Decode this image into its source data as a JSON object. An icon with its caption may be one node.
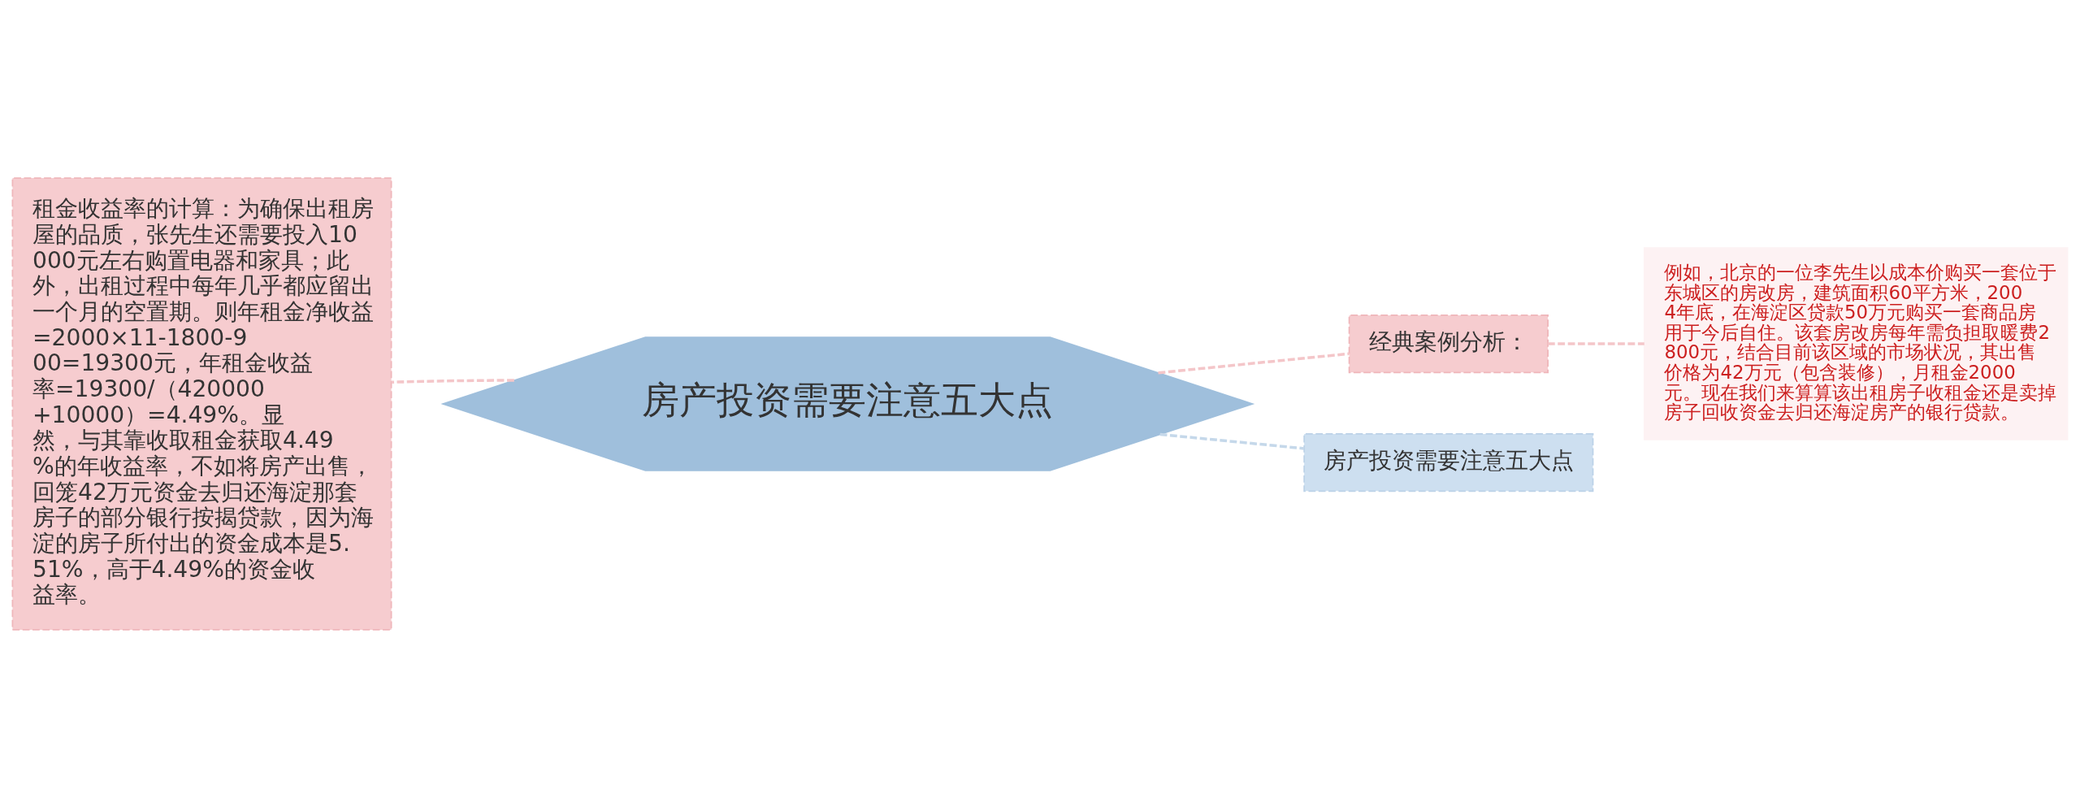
{
  "diagram": {
    "nodes": [
      {
        "text": [
          "房产投资需要注意五大点"
        ]
      },
      {
        "text": [
          "租金收益率的计算：为确保出租房屋的品质，张先生还需要投入10000元左右购置电器和家具；此外，出租过程中每年几乎都应留出一个月的空置期。则年租金净收益=2000×11-1800-900=19300元，年租金收益率=19300/（420000+10000）=4.49%。显然，与其靠收取租金获取4.49%的年收益率，不如将房产出售，回笼42万元资金去归还海淀那套房子的部分银行按揭贷款，因为海淀的房子所付出的资金成本是5.51%，高于4.49%的资金收益率。"
        ]
      },
      {
        "text": [
          "经典案例分析："
        ]
      },
      {
        "text": [
          "例如，北京的一位李先生以成本价购买一套位于东城区的房改房，建筑面积60平方米，2004年底，在海淀区贷款50万元购买一套商品房用于今后自住。该套房改房每年需负担取暖费2800元，结合目前该区域的市场状况，其出售价格为42万元（包含装修），月租金2000元。现在我们来算算该出租房子收租金还是卖掉房子回收资金去归还海淀房产的银行贷款。"
        ]
      },
      {
        "text": [
          "房产投资需要注意五大点"
        ]
      }
    ],
    "edges": [
      {
        "from": 0,
        "to": 1,
        "arrow": "none",
        "style": "dashed"
      },
      {
        "from": 0,
        "to": 2,
        "arrow": "none",
        "style": "dashed"
      },
      {
        "from": 2,
        "to": 3,
        "arrow": "none",
        "style": "dashed"
      },
      {
        "from": 0,
        "to": 4,
        "arrow": "none",
        "style": "dashed",
        "color": "#c5d8ea"
      }
    ]
  }
}
